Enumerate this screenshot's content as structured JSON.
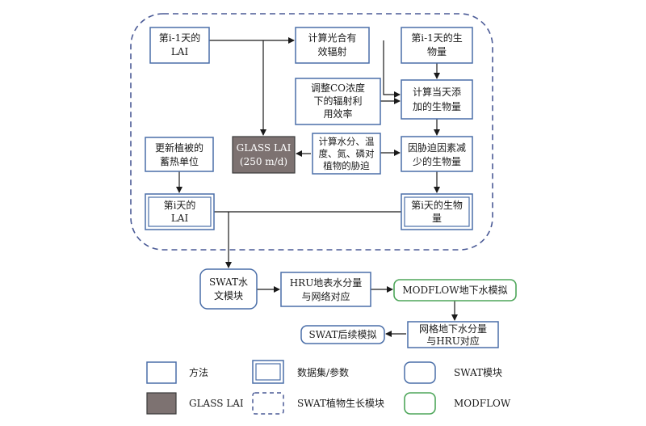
{
  "nodes": {
    "lai_prev": {
      "l1": "第i-1天的",
      "l2": "LAI"
    },
    "calc_rad": {
      "l1": "计算光合有",
      "l2": "效辐射"
    },
    "bio_prev": {
      "l1": "第i-1天的生",
      "l2": "物量"
    },
    "adjust_co": {
      "l1": "调整CO浓度",
      "l2": "下的辐射利",
      "l3": "用效率"
    },
    "calc_bio": {
      "l1": "计算当天添",
      "l2": "加的生物量"
    },
    "update_heat": {
      "l1": "更新植被的",
      "l2": "蓄热单位"
    },
    "glass": {
      "l1": "GLASS LAI",
      "l2": "(250 m/d)"
    },
    "calc_stress": {
      "l1": "计算水分、温",
      "l2": "度、氮、磷对",
      "l3": "植物的胁迫"
    },
    "stress_bio": {
      "l1": "因胁迫因素减",
      "l2": "少的生物量"
    },
    "lai_i": {
      "l1": "第i天的",
      "l2": "LAI"
    },
    "bio_i": {
      "l1": "第i天的生物",
      "l2": "量"
    },
    "swat_hydro": {
      "l1": "SWAT水",
      "l2": "文模块"
    },
    "hru_surface": {
      "l1": "HRU地表水分量",
      "l2": "与网络对应"
    },
    "modflow_sim": {
      "l1": "MODFLOW地下水模拟"
    },
    "grid_ground": {
      "l1": "网格地下水分量",
      "l2": "与HRU对应"
    },
    "swat_later": {
      "l1": "SWAT后续模拟"
    }
  },
  "legend": {
    "method": "方法",
    "dataset": "数据集/参数",
    "swat_module": "SWAT模块",
    "glass_lai": "GLASS LAI",
    "growth_module": "SWAT植物生长模块",
    "modflow": "MODFLOW"
  },
  "colors": {
    "method_stroke": "#4a6ea8",
    "glass_fill": "#7d7271",
    "group_dash": "#4a5a96",
    "modflow_stroke": "#4ea65a"
  }
}
